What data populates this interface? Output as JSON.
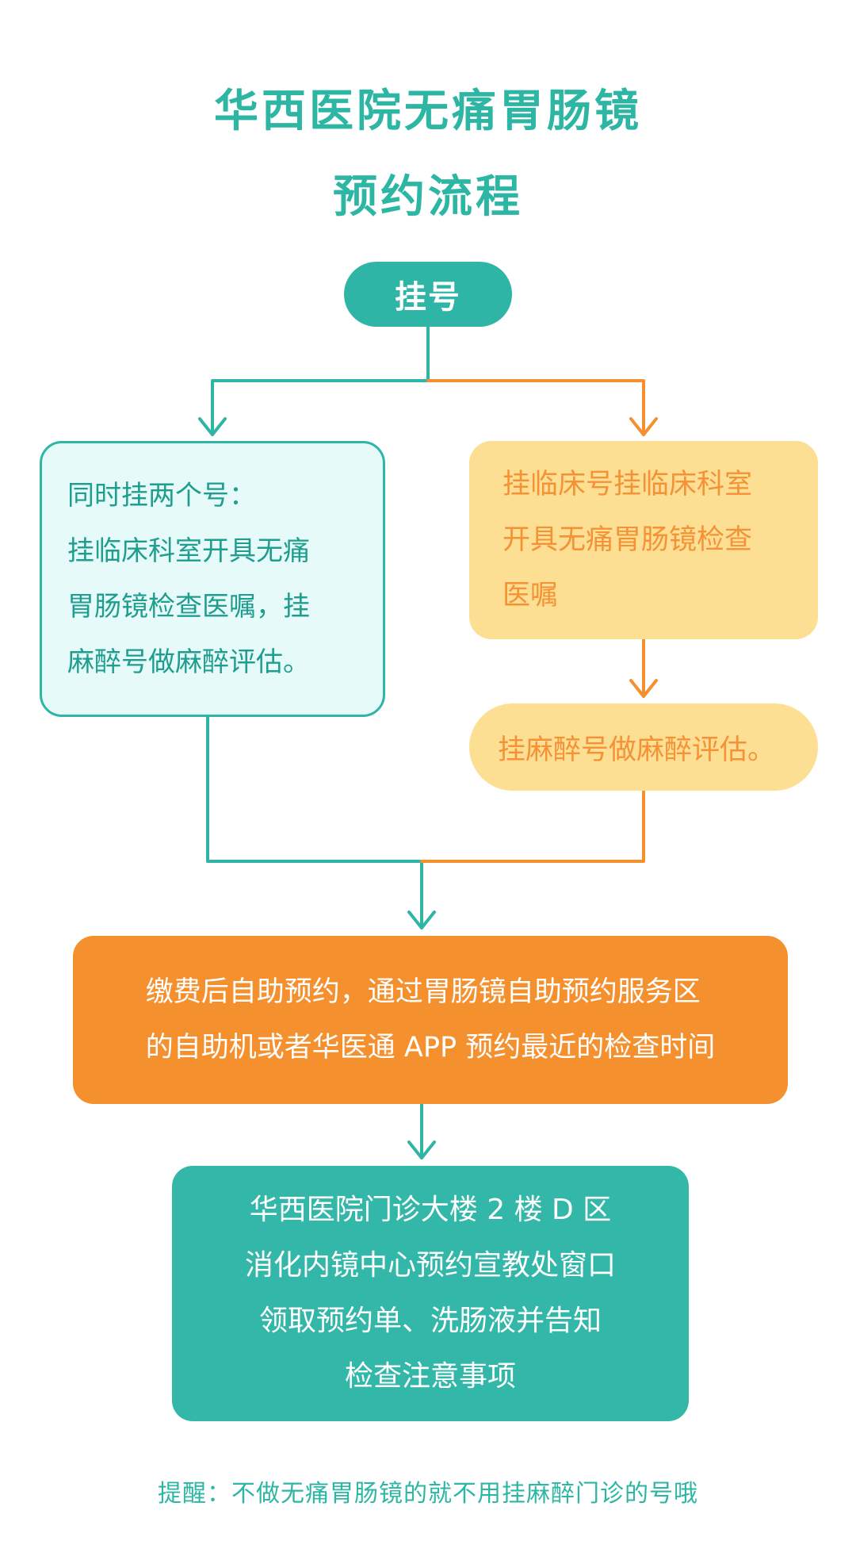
{
  "title": {
    "line1": "华西医院无痛胃肠镜",
    "line2": "预约流程"
  },
  "nodes": {
    "start": "挂号",
    "left_option": "同时挂两个号：\n挂临床科室开具无痛\n胃肠镜检查医嘱，挂\n麻醉号做麻醉评估。",
    "right_option_step1": "挂临床号挂临床科室\n开具无痛胃肠镜检查\n医嘱",
    "right_option_step2": "挂麻醉号做麻醉评估。",
    "payment": "缴费后自助预约，通过胃肠镜自助预约服务区\n的自助机或者华医通 APP 预约最近的检查时间",
    "pickup": "华西医院门诊大楼 2 楼 D 区\n消化内镜中心预约宣教处窗口\n领取预约单、洗肠液并告知\n检查注意事项"
  },
  "footer": "提醒：不做无痛胃肠镜的就不用挂麻醉门诊的号哦",
  "colors": {
    "teal": "#2fb5a6",
    "orange": "#f5902f",
    "light_teal": "#e6fbf9",
    "light_yellow": "#fddf94",
    "orange_text": "#f49235"
  }
}
